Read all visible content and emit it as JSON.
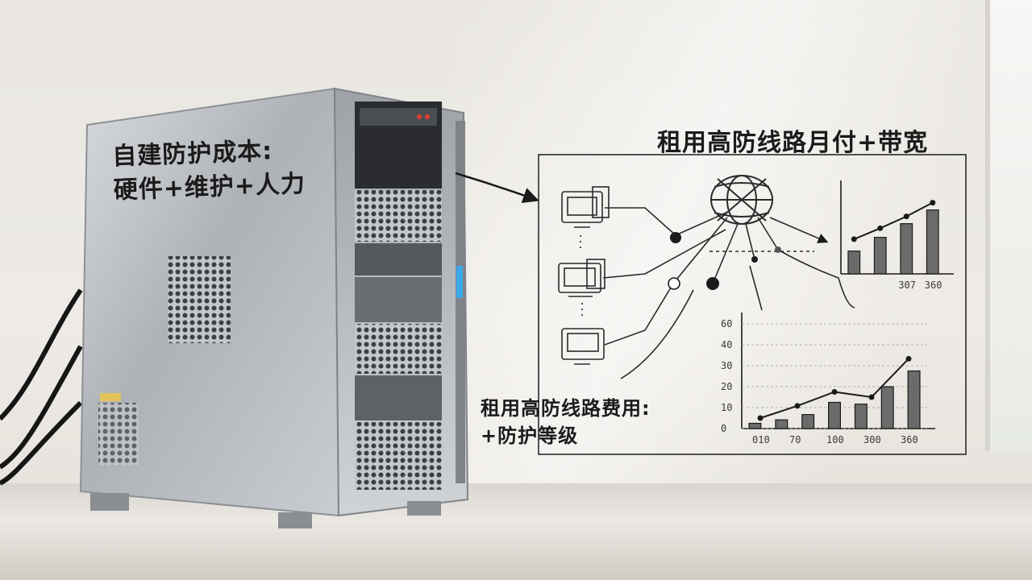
{
  "annotations": {
    "self_build_line1": "自建防护成本:",
    "self_build_line2": "硬件+维护+人力",
    "rental_monthly": "租用高防线路月付+带宽",
    "rental_cost_line1": "租用高防线路费用:",
    "rental_cost_line2": "+防护等级"
  },
  "chart_data": [
    {
      "type": "bar",
      "title": "",
      "categories": [
        "",
        "",
        "",
        ""
      ],
      "values": [
        25,
        40,
        55,
        70
      ],
      "line_values": [
        38,
        50,
        63,
        78
      ],
      "x_tick_labels": [
        "",
        "",
        "307",
        "360"
      ],
      "ylim": [
        0,
        90
      ]
    },
    {
      "type": "bar",
      "title": "",
      "y_tick_labels": [
        "0",
        "10",
        "20",
        "30",
        "40",
        "60"
      ],
      "x_tick_labels": [
        "010",
        "70",
        "100",
        "300",
        "360"
      ],
      "ylim": [
        0,
        60
      ],
      "values": [
        3,
        5,
        8,
        15,
        14,
        24,
        33
      ],
      "line_values": [
        6,
        13,
        21,
        18,
        40
      ],
      "grid": true
    }
  ],
  "colors": {
    "ink": "#1b1b1b",
    "metal": "#b9bcc0",
    "wall": "#ebe8e3"
  }
}
